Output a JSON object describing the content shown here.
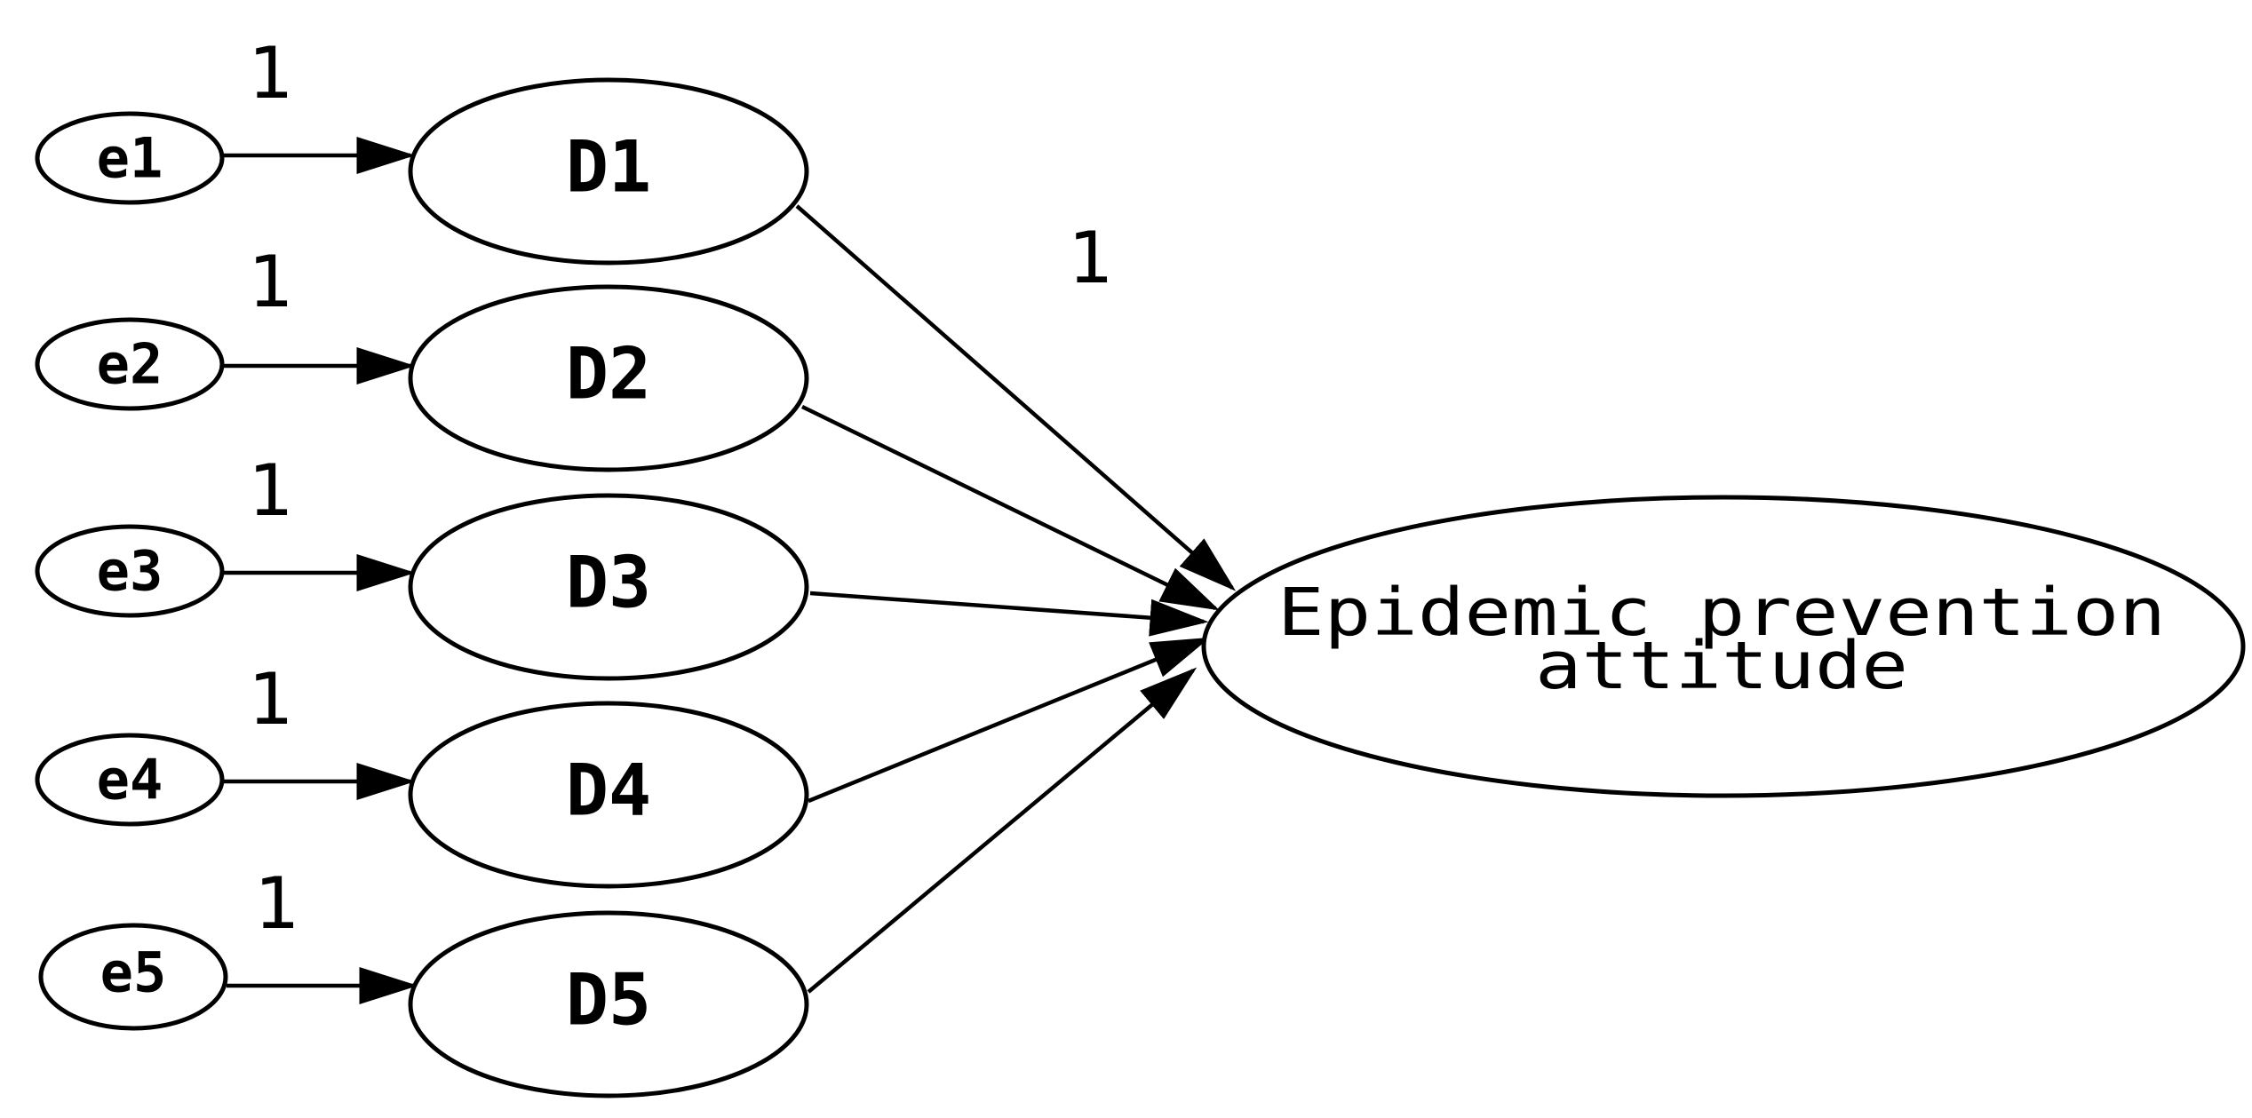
{
  "diagram": {
    "errors": [
      {
        "id": "e1",
        "label": "e1"
      },
      {
        "id": "e2",
        "label": "e2"
      },
      {
        "id": "e3",
        "label": "e3"
      },
      {
        "id": "e4",
        "label": "e4"
      },
      {
        "id": "e5",
        "label": "e5"
      }
    ],
    "dimensions": [
      {
        "id": "D1",
        "label": "D1"
      },
      {
        "id": "D2",
        "label": "D2"
      },
      {
        "id": "D3",
        "label": "D3"
      },
      {
        "id": "D4",
        "label": "D4"
      },
      {
        "id": "D5",
        "label": "D5"
      }
    ],
    "latent": {
      "id": "EPA",
      "label_line1": "Epidemic prevention",
      "label_line2": "attitude"
    },
    "error_path_weights": [
      "1",
      "1",
      "1",
      "1",
      "1"
    ],
    "fixed_loading_weight": "1",
    "edges": [
      {
        "from": "e1",
        "to": "D1"
      },
      {
        "from": "e2",
        "to": "D2"
      },
      {
        "from": "e3",
        "to": "D3"
      },
      {
        "from": "e4",
        "to": "D4"
      },
      {
        "from": "e5",
        "to": "D5"
      },
      {
        "from": "D1",
        "to": "EPA"
      },
      {
        "from": "D2",
        "to": "EPA"
      },
      {
        "from": "D3",
        "to": "EPA"
      },
      {
        "from": "D4",
        "to": "EPA"
      },
      {
        "from": "D5",
        "to": "EPA"
      }
    ]
  }
}
